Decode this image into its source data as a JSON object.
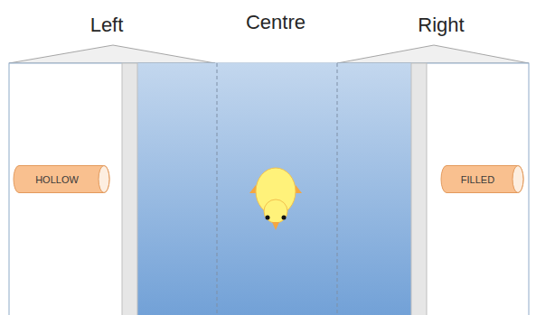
{
  "diagram": {
    "nodes": [
      {
        "text": [
          "HOLLOW"
        ]
      },
      {
        "text": [
          "FILLED"
        ]
      }
    ],
    "labels": [
      "Left",
      "Centre",
      "Right"
    ]
  }
}
